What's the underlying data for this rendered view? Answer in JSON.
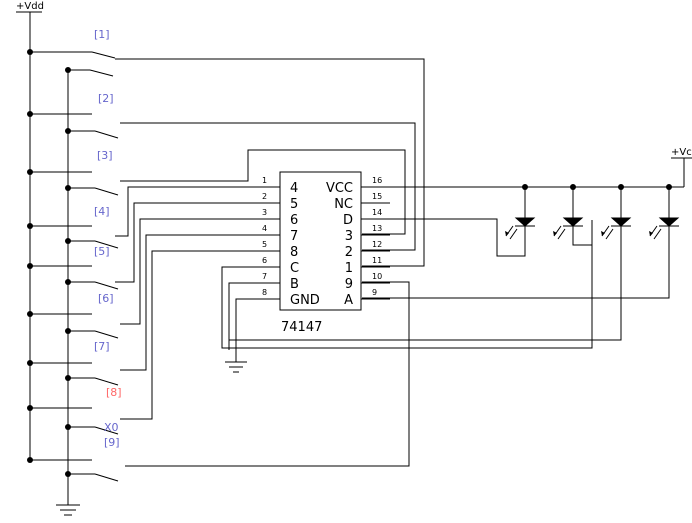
{
  "rails": {
    "vdd": "+Vdd",
    "vc": "+Vc"
  },
  "switches": [
    {
      "label": "[1]"
    },
    {
      "label": "[2]"
    },
    {
      "label": "[3]"
    },
    {
      "label": "[4]"
    },
    {
      "label": "[5]"
    },
    {
      "label": "[6]"
    },
    {
      "label": "[7]"
    },
    {
      "label": "[8]"
    },
    {
      "label": "[9]"
    }
  ],
  "x0_label": "X0",
  "highlight_switch_label_color": "#ff6666",
  "switch_label_color": "#6666cc",
  "chip": {
    "name": "74147",
    "left_pins": [
      {
        "num": "1",
        "name": "4"
      },
      {
        "num": "2",
        "name": "5"
      },
      {
        "num": "3",
        "name": "6"
      },
      {
        "num": "4",
        "name": "7"
      },
      {
        "num": "5",
        "name": "8"
      },
      {
        "num": "6",
        "name": "C"
      },
      {
        "num": "7",
        "name": "B"
      },
      {
        "num": "8",
        "name": "GND"
      }
    ],
    "right_pins": [
      {
        "num": "16",
        "name": "VCC"
      },
      {
        "num": "15",
        "name": "NC"
      },
      {
        "num": "14",
        "name": "D"
      },
      {
        "num": "13",
        "name": "3"
      },
      {
        "num": "12",
        "name": "2"
      },
      {
        "num": "11",
        "name": "1"
      },
      {
        "num": "10",
        "name": "9"
      },
      {
        "num": "9",
        "name": "A"
      }
    ]
  }
}
